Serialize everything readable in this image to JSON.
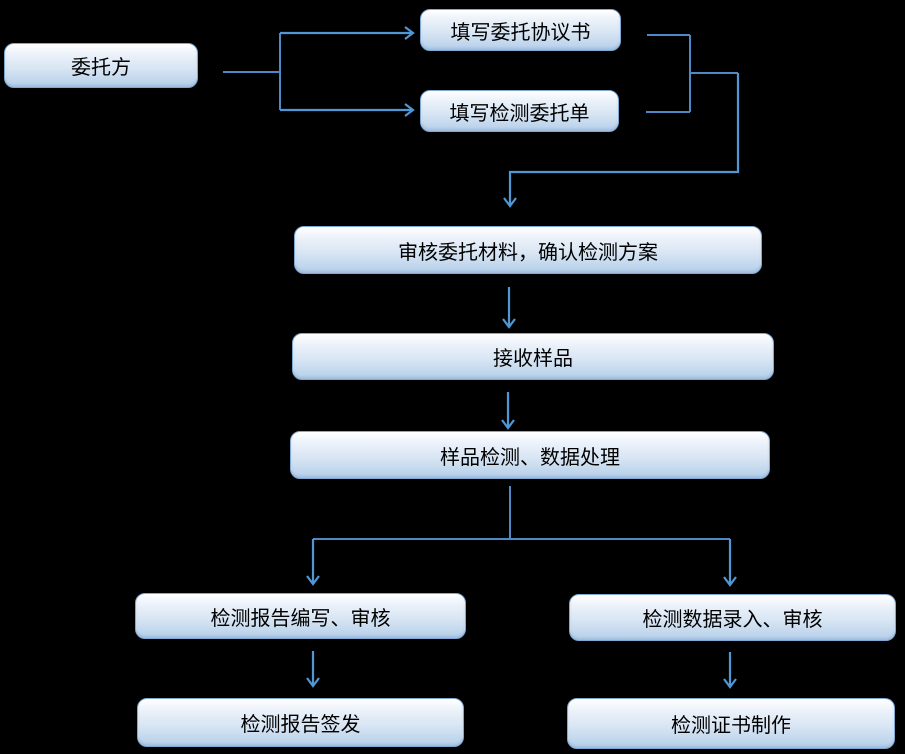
{
  "diagram": {
    "type": "flowchart",
    "background": "#000000",
    "palette": {
      "connector_line": "#4e88c6",
      "arrow_line": "#4f97d5",
      "node_border": "#7fa8d2",
      "node_fill_top": "#ffffff",
      "node_fill_mid": "#d9e6f4",
      "node_fill_bottom": "#b4cfe9",
      "node_text": "#000000"
    },
    "nodes": [
      {
        "id": "client",
        "label": "委托方"
      },
      {
        "id": "fill-agreement",
        "label": "填写委托协议书"
      },
      {
        "id": "fill-order",
        "label": "填写检测委托单"
      },
      {
        "id": "review-materials",
        "label": "审核委托材料，确认检测方案"
      },
      {
        "id": "receive-samples",
        "label": "接收样品"
      },
      {
        "id": "test-samples",
        "label": "样品检测、数据处理"
      },
      {
        "id": "report-write",
        "label": "检测报告编写、审核"
      },
      {
        "id": "report-issue",
        "label": "检测报告签发"
      },
      {
        "id": "data-entry",
        "label": "检测数据录入、审核"
      },
      {
        "id": "cert-make",
        "label": "检测证书制作"
      }
    ],
    "edges": [
      {
        "from": "client",
        "to": "fill-agreement"
      },
      {
        "from": "client",
        "to": "fill-order"
      },
      {
        "from": "fill-agreement",
        "to": "review-materials"
      },
      {
        "from": "fill-order",
        "to": "review-materials"
      },
      {
        "from": "review-materials",
        "to": "receive-samples"
      },
      {
        "from": "receive-samples",
        "to": "test-samples"
      },
      {
        "from": "test-samples",
        "to": "report-write"
      },
      {
        "from": "test-samples",
        "to": "data-entry"
      },
      {
        "from": "report-write",
        "to": "report-issue"
      },
      {
        "from": "data-entry",
        "to": "cert-make"
      }
    ]
  }
}
